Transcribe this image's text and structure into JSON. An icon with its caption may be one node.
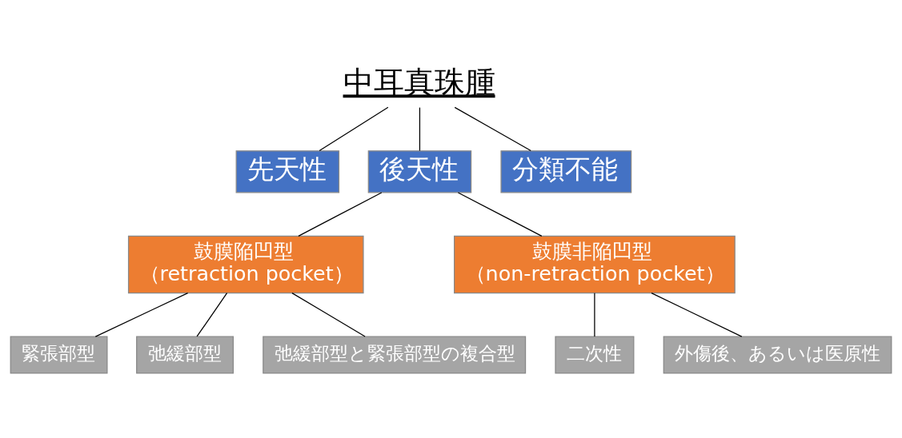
{
  "diagram": {
    "nodes": [
      {
        "text": [
          "中耳真珠腫"
        ]
      },
      {
        "text": [
          "先天性"
        ]
      },
      {
        "text": [
          "後天性"
        ]
      },
      {
        "text": [
          "分類不能"
        ]
      },
      {
        "text": [
          "鼓膜陥凹型",
          "（retraction pocket）"
        ]
      },
      {
        "text": [
          "鼓膜非陥凹型",
          "（non-retraction pocket）"
        ]
      },
      {
        "text": [
          "緊張部型"
        ]
      },
      {
        "text": [
          "弛緩部型"
        ]
      },
      {
        "text": [
          "二次性"
        ]
      },
      {
        "text": [
          "外傷後、あるいは医原性"
        ]
      },
      {
        "text": [
          "弛緩部型と緊張部型の複合型"
        ]
      }
    ],
    "edges": [
      {
        "from": 0,
        "to": 1,
        "arrow": "none"
      },
      {
        "from": 0,
        "to": 2,
        "arrow": "none"
      },
      {
        "from": 0,
        "to": 3,
        "arrow": "none"
      },
      {
        "from": 2,
        "to": 4,
        "arrow": "none"
      },
      {
        "from": 2,
        "to": 5,
        "arrow": "none"
      },
      {
        "from": 4,
        "to": 6,
        "arrow": "none"
      },
      {
        "from": 4,
        "to": 10,
        "arrow": "none"
      },
      {
        "from": 4,
        "to": 7,
        "arrow": "none"
      },
      {
        "from": 5,
        "to": 8,
        "arrow": "none"
      },
      {
        "from": 5,
        "to": 9,
        "arrow": "none"
      }
    ]
  }
}
